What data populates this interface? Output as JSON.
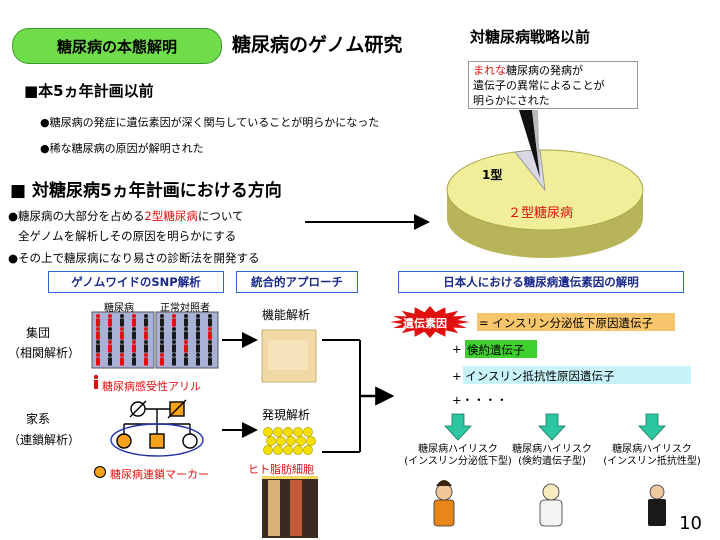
{
  "header": {
    "pill": "糖尿病の本態解明",
    "main_title": "糖尿病のゲノム研究",
    "right_title": "対糖尿病戦略以前"
  },
  "note": {
    "red_word": "まれな",
    "line1_rest": "糖尿病の発病が",
    "line2": "遺伝子の異常によることが",
    "line3": "明らかにされた"
  },
  "pie": {
    "slice_label": "1型",
    "main_label": "２型糖尿病",
    "type1_fraction": 0.07
  },
  "section1": {
    "heading": "■本5ヵ年計画以前",
    "bullet1": "●糖尿病の発症に遺伝素因が深く関与していることが明らかになった",
    "bullet2": "●稀な糖尿病の原因が解明された"
  },
  "section2": {
    "heading": "■ 対糖尿病5ヵ年計画における方向",
    "line1_pre": "●糖尿病の大部分を占める",
    "line1_red": "2型糖尿病",
    "line1_post": "について",
    "line2": "全ゲノムを解析しその原因を明らかにする",
    "line3": "●その上で糖尿病になり易さの診断法を開発する"
  },
  "approaches": {
    "snp": "ゲノムワイドのSNP解析",
    "integrated": "統合的アプローチ",
    "japanese": "日本人における糖尿病遺伝素因の解明"
  },
  "population": {
    "label": "集団",
    "sub": "（相関解析）",
    "col1": "糖尿病",
    "col2": "正常対照者",
    "allele": "糖尿病感受性アリル"
  },
  "family": {
    "label": "家系",
    "sub": "（連鎖解析）",
    "marker": "糖尿病連鎖マーカー"
  },
  "analysis": {
    "function": "機能解析",
    "expression": "発現解析",
    "fat_cell": "ヒト脂肪細胞"
  },
  "genes": {
    "factor": "遺伝素因",
    "g1": "= インスリン分泌低下原因遺伝子",
    "g2_plus": "+",
    "g2": "倹約遺伝子",
    "g3": "+ インスリン抵抗性原因遺伝子",
    "g4": "+・・・・"
  },
  "risks": [
    {
      "line1": "糖尿病ハイリスク",
      "line2": "(インスリン分泌低下型)"
    },
    {
      "line1": "糖尿病ハイリスク",
      "line2": "(倹約遺伝子型)"
    },
    {
      "line1": "糖尿病ハイリスク",
      "line2": "(インスリン抵抗性型)"
    }
  ],
  "page_number": "10",
  "colors": {
    "pill_green": "#6fdc4a",
    "pie_yellow": "#f1ee9a",
    "accent_red": "#e01010",
    "gene_orange": "#f7c56b",
    "gene_green": "#3fd02f",
    "gene_cyan": "#c8f3fb",
    "arrow_teal": "#2cc7a0",
    "header_blue": "#1a2a8a"
  }
}
